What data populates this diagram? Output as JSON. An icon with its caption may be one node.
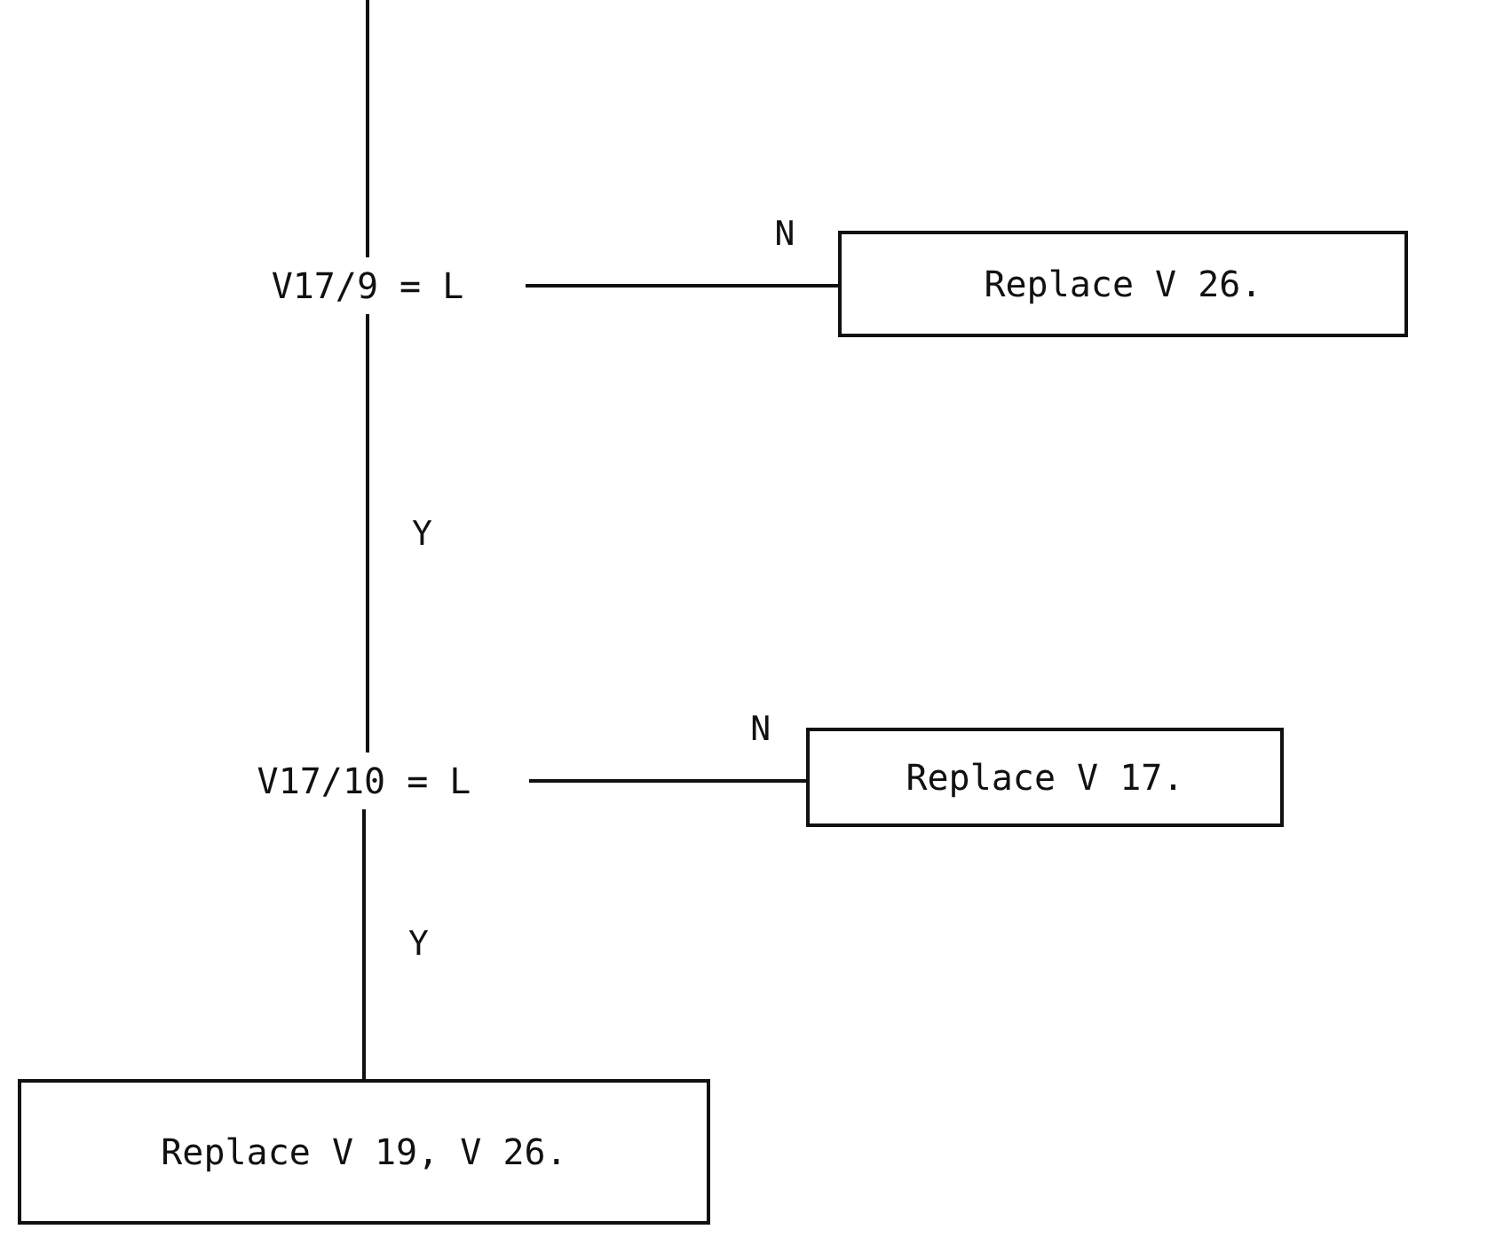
{
  "diagram": {
    "nodes": [
      {
        "text": [
          "V17/9 = L"
        ]
      },
      {
        "text": [
          "Replace V 26."
        ]
      },
      {
        "text": [
          "V17/10 = L"
        ]
      },
      {
        "text": [
          "Replace V 17."
        ]
      },
      {
        "text": [
          "Replace V 19, V 26."
        ]
      }
    ],
    "edges": [
      {
        "from": null,
        "to": 0,
        "arrow": "none"
      },
      {
        "from": 0,
        "to": 1,
        "label": "N",
        "arrow": "none"
      },
      {
        "from": 0,
        "to": 2,
        "label": "Y",
        "arrow": "none"
      },
      {
        "from": 2,
        "to": 3,
        "label": "N",
        "arrow": "none"
      },
      {
        "from": 2,
        "to": 4,
        "label": "Y",
        "arrow": "none"
      }
    ]
  }
}
